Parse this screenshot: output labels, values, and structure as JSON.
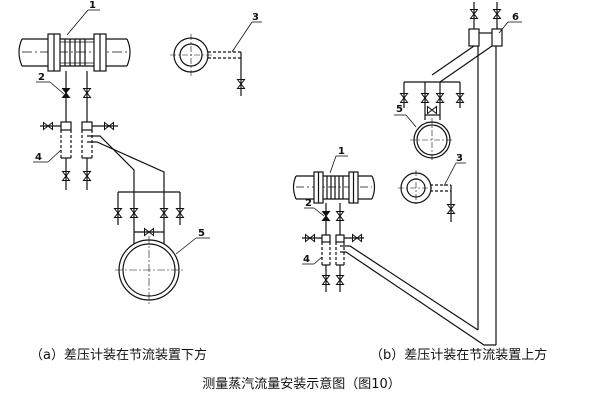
{
  "labels": {
    "l1": "1",
    "l2": "2",
    "l3": "3",
    "l4": "4",
    "l5": "5",
    "l6": "6"
  },
  "captions": {
    "a": "（a）差压计装在节流装置下方",
    "b": "（b）差压计装在节流装置上方",
    "main": "测量蒸汽流量安装示意图（图10）"
  }
}
